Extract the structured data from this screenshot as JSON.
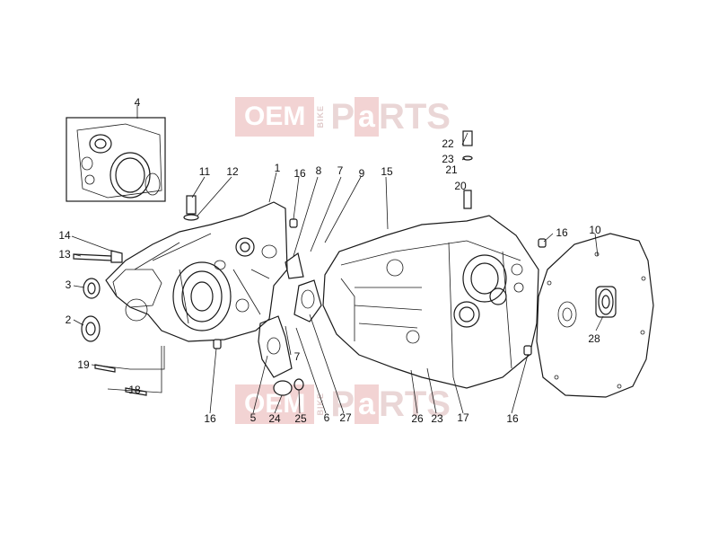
{
  "watermark": {
    "left": "OEM",
    "middle": "BIKE",
    "p": "P",
    "a": "a",
    "rts": "RTS"
  },
  "callouts": [
    "1",
    "2",
    "3",
    "4",
    "5",
    "6",
    "7",
    "7",
    "8",
    "9",
    "10",
    "11",
    "12",
    "13",
    "14",
    "15",
    "16",
    "16",
    "16",
    "16",
    "16",
    "17",
    "18",
    "19",
    "20",
    "21",
    "22",
    "23",
    "23",
    "24",
    "25",
    "26",
    "27",
    "28"
  ]
}
